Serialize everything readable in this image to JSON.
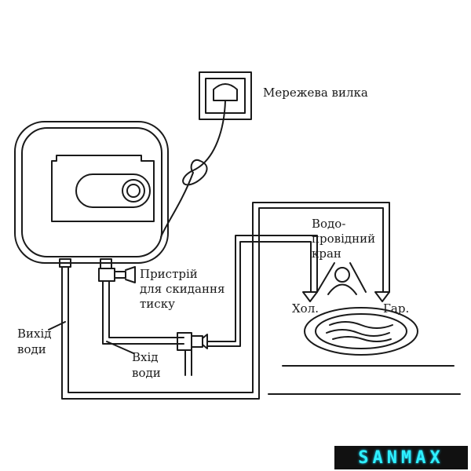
{
  "labels": {
    "plug": "Мережева вилка",
    "faucet_line1": "Водо-",
    "faucet_line2": "провідний",
    "faucet_line3": "кран",
    "relief_line1": "Пристрій",
    "relief_line2": "для скидання",
    "relief_line3": "тиску",
    "cold": "Хол.",
    "hot": "Гар.",
    "outlet_line1": "Вихід",
    "outlet_line2": "води",
    "inlet_line1": "Вхід",
    "inlet_line2": "води"
  },
  "brand": "SANMAX",
  "colors": {
    "line": "#1a1a1a",
    "logo_bg": "#111111",
    "logo_text": "#2ef0ff"
  }
}
